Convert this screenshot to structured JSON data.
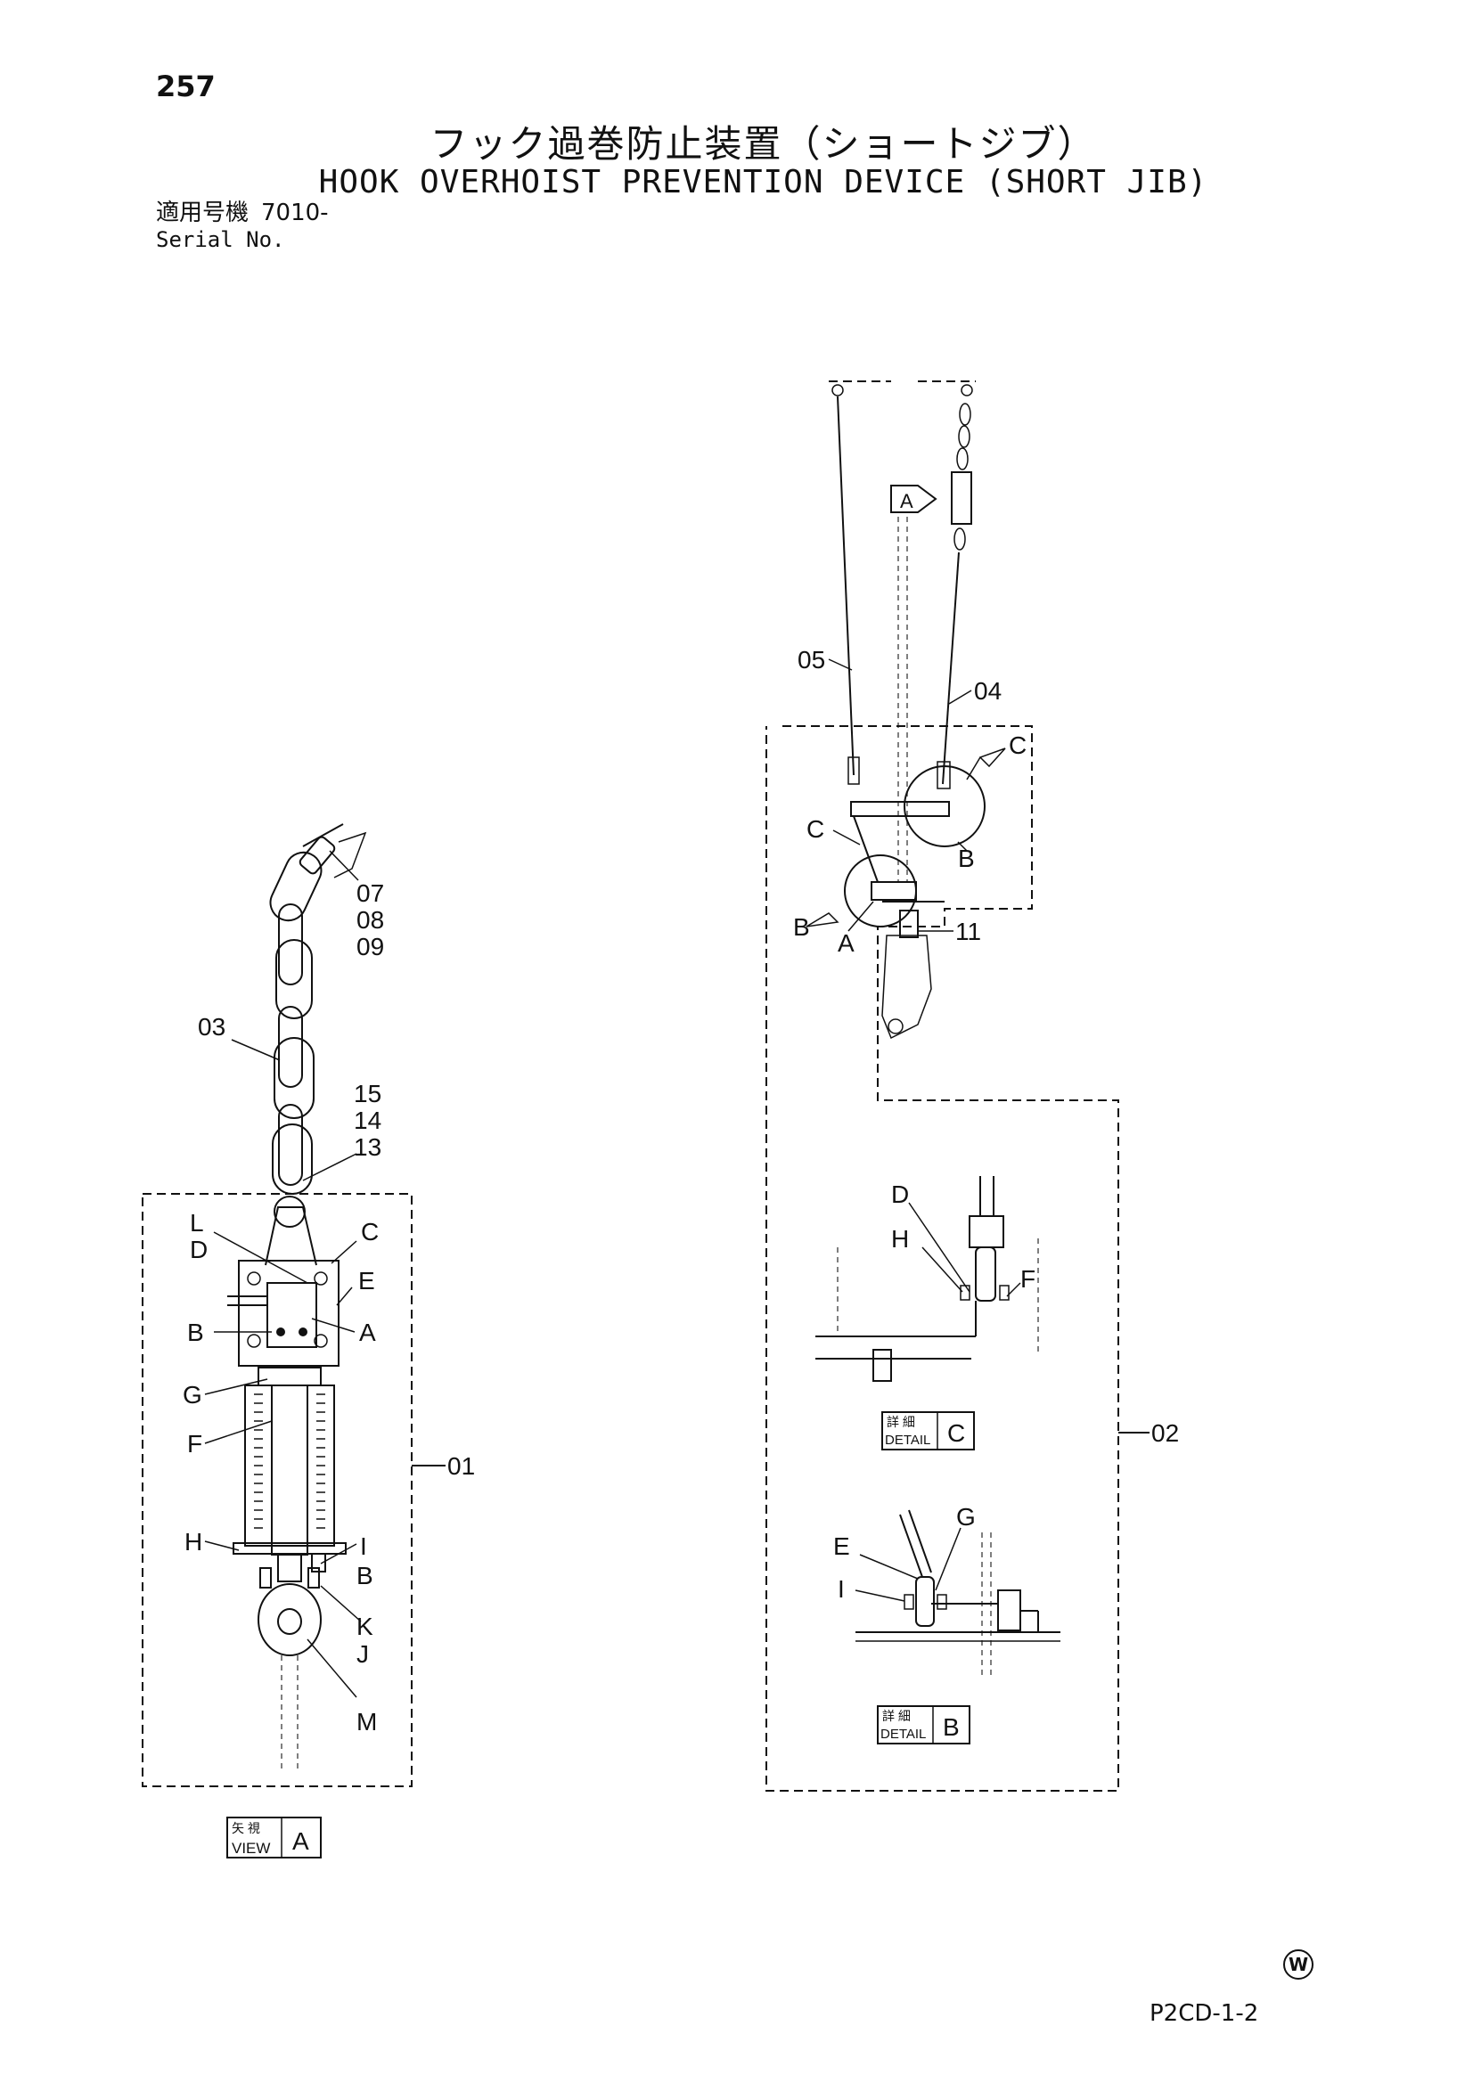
{
  "page_number": "257",
  "title_jp": "フック過巻防止装置（ショートジブ）",
  "title_en": "HOOK OVERHOIST PREVENTION DEVICE (SHORT JIB)",
  "serial": {
    "label_jp": "適用号機",
    "value": "7010-",
    "label_en": "Serial No."
  },
  "left_assembly": {
    "callouts": [
      "07",
      "08",
      "09",
      "03",
      "15",
      "14",
      "13",
      "L",
      "D",
      "C",
      "E",
      "B",
      "A",
      "G",
      "F",
      "H",
      "I",
      "B",
      "K",
      "J",
      "M",
      "01"
    ],
    "view_label_jp": "矢 視",
    "view_label_en": "VIEW",
    "view_letter": "A"
  },
  "right_assembly": {
    "callouts": [
      "A",
      "05",
      "04",
      "C",
      "C",
      "B",
      "B",
      "A",
      "11",
      "02"
    ],
    "detail_c": {
      "callouts": [
        "D",
        "H",
        "F"
      ],
      "label_jp": "詳 細",
      "label_en": "DETAIL",
      "letter": "C"
    },
    "detail_b": {
      "callouts": [
        "E",
        "G",
        "I"
      ],
      "label_jp": "詳 細",
      "label_en": "DETAIL",
      "letter": "B"
    }
  },
  "doc_code": "P2CD-1-2",
  "w_mark": "W"
}
